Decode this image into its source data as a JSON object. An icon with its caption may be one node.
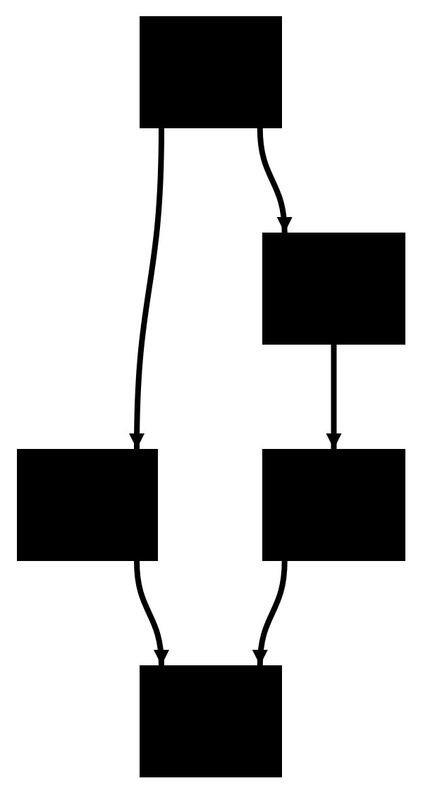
{
  "diagram": {
    "nodes": [
      {
        "text": [],
        "shape": "box"
      },
      {
        "text": [],
        "shape": "box"
      },
      {
        "text": [],
        "shape": "box"
      },
      {
        "text": [],
        "shape": "box"
      },
      {
        "text": [],
        "shape": "box"
      }
    ],
    "edges": [
      {
        "from": 0,
        "to": 2,
        "arrow": "to"
      },
      {
        "from": 0,
        "to": 1,
        "arrow": "to"
      },
      {
        "from": 1,
        "to": 3,
        "arrow": "to"
      },
      {
        "from": 2,
        "to": 4,
        "arrow": "to"
      },
      {
        "from": 3,
        "to": 4,
        "arrow": "to"
      }
    ]
  }
}
